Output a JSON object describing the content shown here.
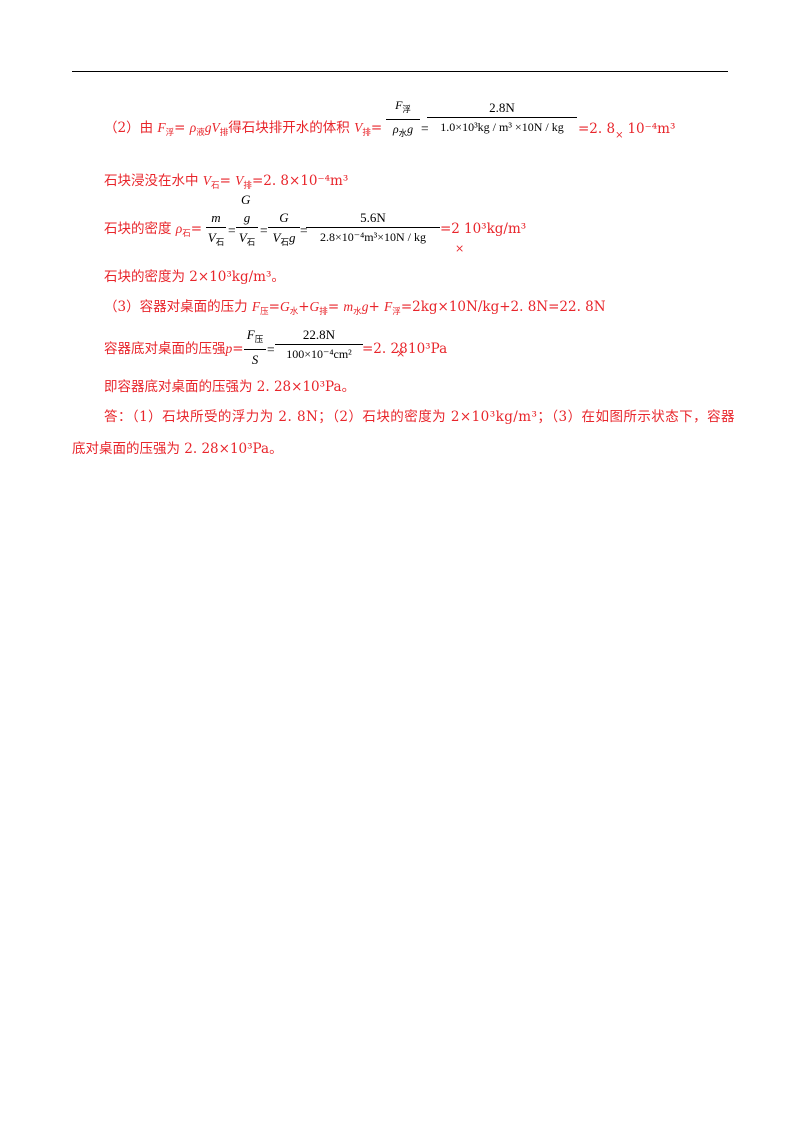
{
  "line1": {
    "prefix": "（2）由",
    "f_buoy": "F",
    "f_buoy_sub": "浮",
    "eq1": "= ",
    "rho": "ρ",
    "rho_sub": "液",
    "gV": "gV",
    "v_sub": "排",
    "text1": "得石块排开水的体积",
    "v": "V",
    "v_pai": "排",
    "eq2": "=",
    "frac_num_F": "F",
    "frac_num_sub": "浮",
    "frac_den_rho": "ρ",
    "frac_den_sub": "水",
    "frac_den_g": "g",
    "eq3": "=",
    "big_num": "2.8N",
    "big_den": "1.0×10³kg / m³ ×10N / kg",
    "result": "=2. 8",
    "result_times": "×",
    "result_tail": "10⁻⁴m³"
  },
  "line2": {
    "text": "石块浸没在水中",
    "v1": "V",
    "v1_sub": "石",
    "eq": "=",
    "v2": "V",
    "v2_sub": "排",
    "value": "=2. 8×10⁻⁴m³"
  },
  "line3": {
    "text": "石块的密度",
    "rho": "ρ",
    "rho_sub": "石",
    "eq": "=",
    "f1_num": "m",
    "f1_den": "V",
    "f1_den_sub": "石",
    "f2_top": "G",
    "f2_num": "g",
    "f2_den": "V",
    "f2_den_sub": "石",
    "f3_num": "G",
    "f3_den": "V",
    "f3_den_sub": "石",
    "f3_den_g": "g",
    "f4_num": "5.6N",
    "f4_den": "2.8×10⁻⁴m³×10N / kg",
    "result": "=2",
    "result_tail": "10³kg/m³",
    "times": "×"
  },
  "line4": {
    "text": "石块的密度为 2×10³kg/m³。"
  },
  "line5": {
    "prefix": "（3）容器对桌面的压力",
    "f": "F",
    "f_sub": "压",
    "eq": "=",
    "g1": "G",
    "g1_sub": "水",
    "plus1": "+",
    "g2": "G",
    "g2_sub": "排",
    "eq2": "=",
    "m": "m",
    "m_sub": "水",
    "g": "g",
    "plus2": "+ ",
    "f2": "F",
    "f2_sub": "浮",
    "value": "=2kg×10N/kg+2. 8N=22. 8N"
  },
  "line6": {
    "text": "容器底对桌面的压强",
    "p": "p",
    "eq": "=",
    "f_num": "F",
    "f_num_sub": "压",
    "f_den": "S",
    "eq2": "=",
    "num2": "22.8N",
    "den2": "100×10⁻⁴cm²",
    "result": "=2. 28",
    "times": "×",
    "result_tail": "10³Pa"
  },
  "line7": {
    "text": "即容器底对桌面的压强为 2. 28×10³Pa。"
  },
  "answer": {
    "line1": "答：（1）石块所受的浮力为 2. 8N；（2）石块的密度为 2×10³kg/m³；（3）在如图所示状态下，容器",
    "line2": "底对桌面的压强为 2. 28×10³Pa。"
  }
}
